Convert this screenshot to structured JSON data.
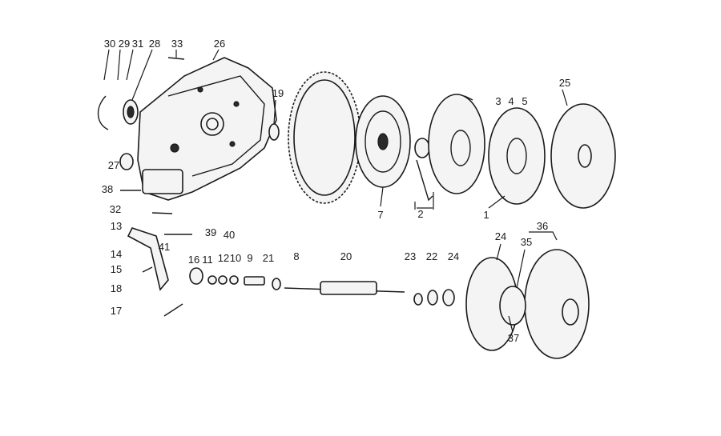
{
  "callouts": [
    {
      "id": "c30",
      "text": "30"
    },
    {
      "id": "c29",
      "text": "29"
    },
    {
      "id": "c31",
      "text": "31"
    },
    {
      "id": "c28",
      "text": "28"
    },
    {
      "id": "c33",
      "text": "33"
    },
    {
      "id": "c26",
      "text": "26"
    },
    {
      "id": "c19",
      "text": "19"
    },
    {
      "id": "c27",
      "text": "27"
    },
    {
      "id": "c38",
      "text": "38"
    },
    {
      "id": "c32",
      "text": "32"
    },
    {
      "id": "c13",
      "text": "13"
    },
    {
      "id": "c39",
      "text": "39"
    },
    {
      "id": "c40",
      "text": "40"
    },
    {
      "id": "c41",
      "text": "41"
    },
    {
      "id": "c14",
      "text": "14"
    },
    {
      "id": "c15",
      "text": "15"
    },
    {
      "id": "c16",
      "text": "16"
    },
    {
      "id": "c11",
      "text": "11"
    },
    {
      "id": "c12",
      "text": "12"
    },
    {
      "id": "c10",
      "text": "10"
    },
    {
      "id": "c9",
      "text": "9"
    },
    {
      "id": "c21",
      "text": "21"
    },
    {
      "id": "c8",
      "text": "8"
    },
    {
      "id": "c20",
      "text": "20"
    },
    {
      "id": "c18",
      "text": "18"
    },
    {
      "id": "c17",
      "text": "17"
    },
    {
      "id": "c7",
      "text": "7"
    },
    {
      "id": "c2",
      "text": "2"
    },
    {
      "id": "c3",
      "text": "3"
    },
    {
      "id": "c4",
      "text": "4"
    },
    {
      "id": "c5",
      "text": "5"
    },
    {
      "id": "c1",
      "text": "1"
    },
    {
      "id": "c25",
      "text": "25"
    },
    {
      "id": "c23",
      "text": "23"
    },
    {
      "id": "c22",
      "text": "22"
    },
    {
      "id": "c24a",
      "text": "24"
    },
    {
      "id": "c24b",
      "text": "24"
    },
    {
      "id": "c35",
      "text": "35"
    },
    {
      "id": "c36",
      "text": "36"
    },
    {
      "id": "c37",
      "text": "37"
    }
  ]
}
